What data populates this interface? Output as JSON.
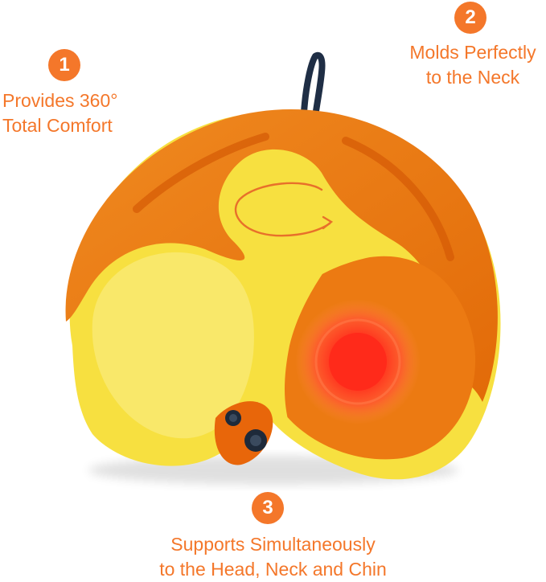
{
  "features": [
    {
      "number": "1",
      "lines": [
        "Provides 360°",
        "Total Comfort"
      ]
    },
    {
      "number": "2",
      "lines": [
        "Molds Perfectly",
        "to the Neck"
      ]
    },
    {
      "number": "3",
      "lines": [
        "Supports Simultaneously",
        "to the Head, Neck and Chin"
      ]
    }
  ],
  "colors": {
    "accent": "#f4772a",
    "pillow_orange": "#ec7a12",
    "pillow_yellow": "#f7e040",
    "heat_red": "#ff2a1a",
    "strap": "#1f2e45"
  },
  "icons": [
    "rotation-arrow-icon",
    "heat-spot-icon",
    "snap-button-icon"
  ]
}
